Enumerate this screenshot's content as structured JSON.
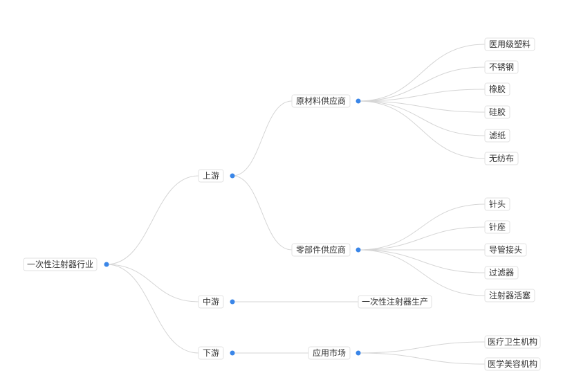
{
  "tree": {
    "root": "一次性注射器行业",
    "children": [
      {
        "label": "上游",
        "children": [
          {
            "label": "原材料供应商",
            "children": [
              "医用级塑料",
              "不锈钢",
              "橡胶",
              "硅胶",
              "滤纸",
              "无纺布"
            ]
          },
          {
            "label": "零部件供应商",
            "children": [
              "针头",
              "针座",
              "导管接头",
              "过滤器",
              "注射器活塞"
            ]
          }
        ]
      },
      {
        "label": "中游",
        "children": [
          "一次性注射器生产"
        ]
      },
      {
        "label": "下游",
        "children": [
          {
            "label": "应用市场",
            "children": [
              "医疗卫生机构",
              "医学美容机构"
            ]
          }
        ]
      }
    ]
  },
  "colors": {
    "dot": "#3a86e8",
    "edge": "#d5d5d5",
    "label_border": "#e2e2e2",
    "text": "#333333"
  }
}
